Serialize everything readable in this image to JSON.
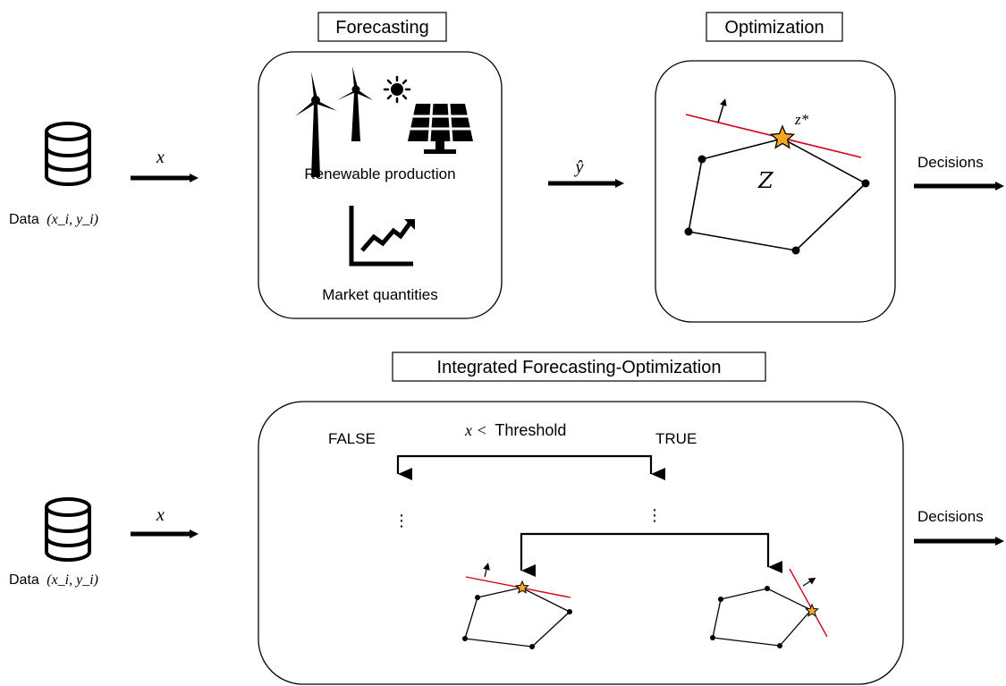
{
  "top": {
    "data_label": "Data",
    "data_math": "(x_i, y_i)",
    "input_arrow_label": "x",
    "forecasting_title": "Forecasting",
    "renewable_label": "Renewable production",
    "market_label": "Market quantities",
    "forecast_arrow_label": "ŷ",
    "optimization_title": "Optimization",
    "optimal_point_label": "z*",
    "feasible_set_label": "Z",
    "decisions_label": "Decisions"
  },
  "bottom": {
    "title": "Integrated Forecasting-Optimization",
    "data_label": "Data",
    "data_math": "(x_i, y_i)",
    "input_arrow_label": "x",
    "split_math": "x <",
    "split_label": "Threshold",
    "false_label": "FALSE",
    "true_label": "TRUE",
    "decisions_label": "Decisions"
  },
  "colors": {
    "constraint_line": "#d0021b",
    "optimal_star": "#f5a623",
    "stroke": "#000000"
  },
  "icons": [
    "database-icon",
    "wind-turbine-icon",
    "sun-icon",
    "solar-panel-icon",
    "rising-chart-icon"
  ]
}
